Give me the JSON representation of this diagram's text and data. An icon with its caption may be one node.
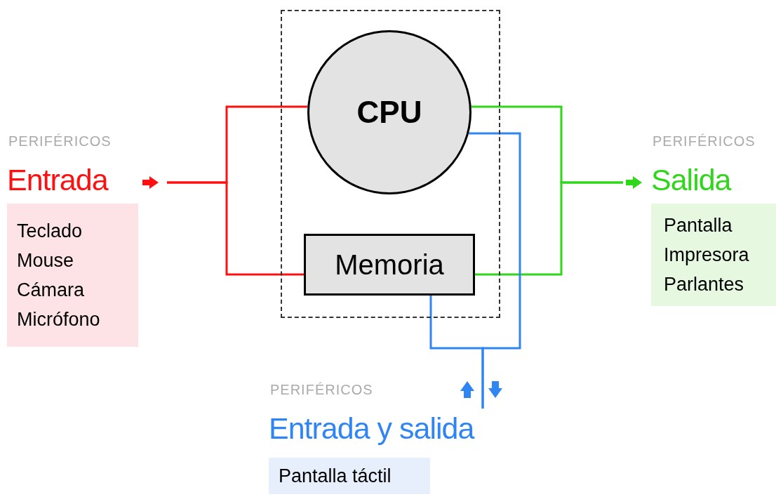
{
  "diagram": {
    "nodes": [
      {
        "text": [],
        "shape": "box"
      },
      {
        "text": [
          "CPU"
        ],
        "in": 0
      },
      {
        "text": [
          "Memoria"
        ],
        "in": 0
      },
      {
        "text": [
          "PERIFÉRICOS",
          "Entrada",
          "Teclado",
          "Mouse",
          "Cámara",
          "Micrófono"
        ]
      },
      {
        "text": [
          "PERIFÉRICOS",
          "Salida",
          "Pantalla",
          "Impresora",
          "Parlantes"
        ]
      },
      {
        "text": [
          "PERIFÉRICOS",
          "Entrada y salida",
          "Pantalla táctil"
        ]
      }
    ],
    "edges": [
      {
        "from": 3,
        "to": 1,
        "arrow": "none",
        "color": "#ff1010"
      },
      {
        "from": 3,
        "to": 2,
        "arrow": "none",
        "color": "#ff1010"
      },
      {
        "from": 1,
        "to": 4,
        "arrow": "none",
        "color": "#2fd61a"
      },
      {
        "from": 2,
        "to": 4,
        "arrow": "none",
        "color": "#2fd61a"
      },
      {
        "from": 5,
        "to": 1,
        "arrow": "none",
        "color": "#2f86f2"
      },
      {
        "from": 5,
        "to": 2,
        "arrow": "none",
        "color": "#2f86f2"
      }
    ]
  }
}
